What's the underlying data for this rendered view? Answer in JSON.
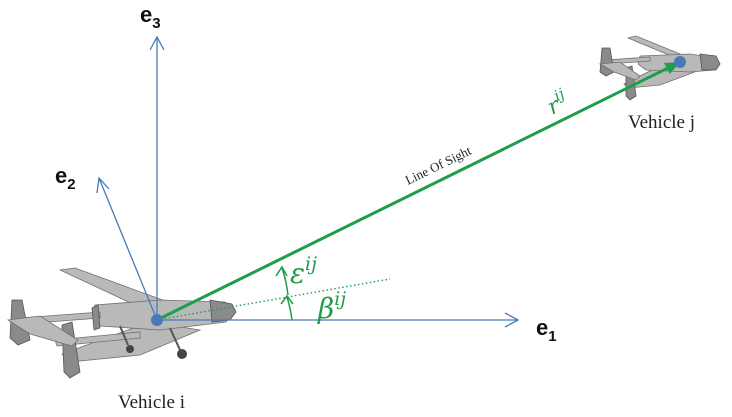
{
  "axes": {
    "e1": {
      "base": "e",
      "sub": "1"
    },
    "e2": {
      "base": "e",
      "sub": "2"
    },
    "e3": {
      "base": "e",
      "sub": "3"
    }
  },
  "labels": {
    "vehicle_i": "Vehicle i",
    "vehicle_j": "Vehicle j",
    "line_of_sight": "Line Of Sight"
  },
  "symbols": {
    "range": {
      "base": "r",
      "sup": "ij"
    },
    "elevation": {
      "base": "ε",
      "sup": "ij"
    },
    "azimuth": {
      "base": "β",
      "sup": "ij"
    }
  },
  "colors": {
    "axis": "#4a7ab5",
    "line_of_sight": "#1e9e4a",
    "vehicle_marker": "#4a7ab5",
    "aircraft": "#b9b9b9"
  },
  "icons": {
    "vehicle_i": "uav-aircraft-icon",
    "vehicle_j": "uav-aircraft-icon"
  }
}
